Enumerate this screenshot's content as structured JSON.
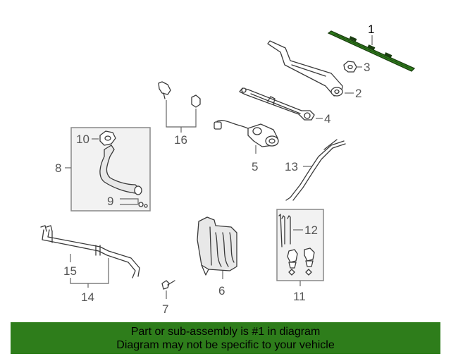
{
  "labels": {
    "p1": "1",
    "p2": "2",
    "p3": "3",
    "p4": "4",
    "p5": "5",
    "p6": "6",
    "p7": "7",
    "p8": "8",
    "p9": "9",
    "p10": "10",
    "p11": "11",
    "p12": "12",
    "p13": "13",
    "p14": "14",
    "p15": "15",
    "p16": "16"
  },
  "banner": {
    "line1": "Part or sub-assembly is #1 in diagram",
    "line2": "Diagram may not be specific to your vehicle"
  },
  "colors": {
    "highlight": "#2e7d1b",
    "banner_bg": "#2e7d1b"
  }
}
